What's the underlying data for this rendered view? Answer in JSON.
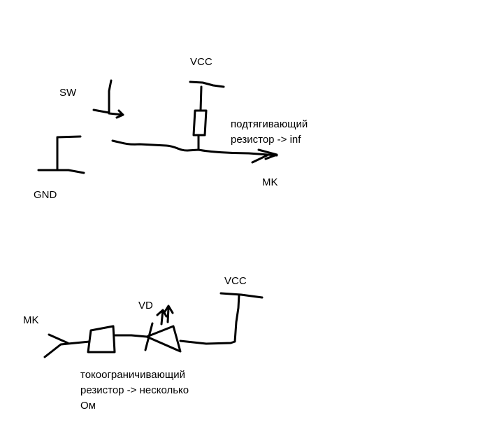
{
  "diagram_top": {
    "sw_label": "SW",
    "gnd_label": "GND",
    "vcc_label": "VCC",
    "pullup_note_line1": "подтягивающий",
    "pullup_note_line2": "резистор -> inf",
    "mk_label": "MK"
  },
  "diagram_bottom": {
    "mk_label": "MK",
    "vd_label": "VD",
    "vcc_label": "VCC",
    "limit_note_line1": "токоограничивающий",
    "limit_note_line2": "резистор -> несколько",
    "limit_note_line3": "Ом"
  },
  "colors": {
    "ink": "#000000",
    "background": "#ffffff"
  }
}
